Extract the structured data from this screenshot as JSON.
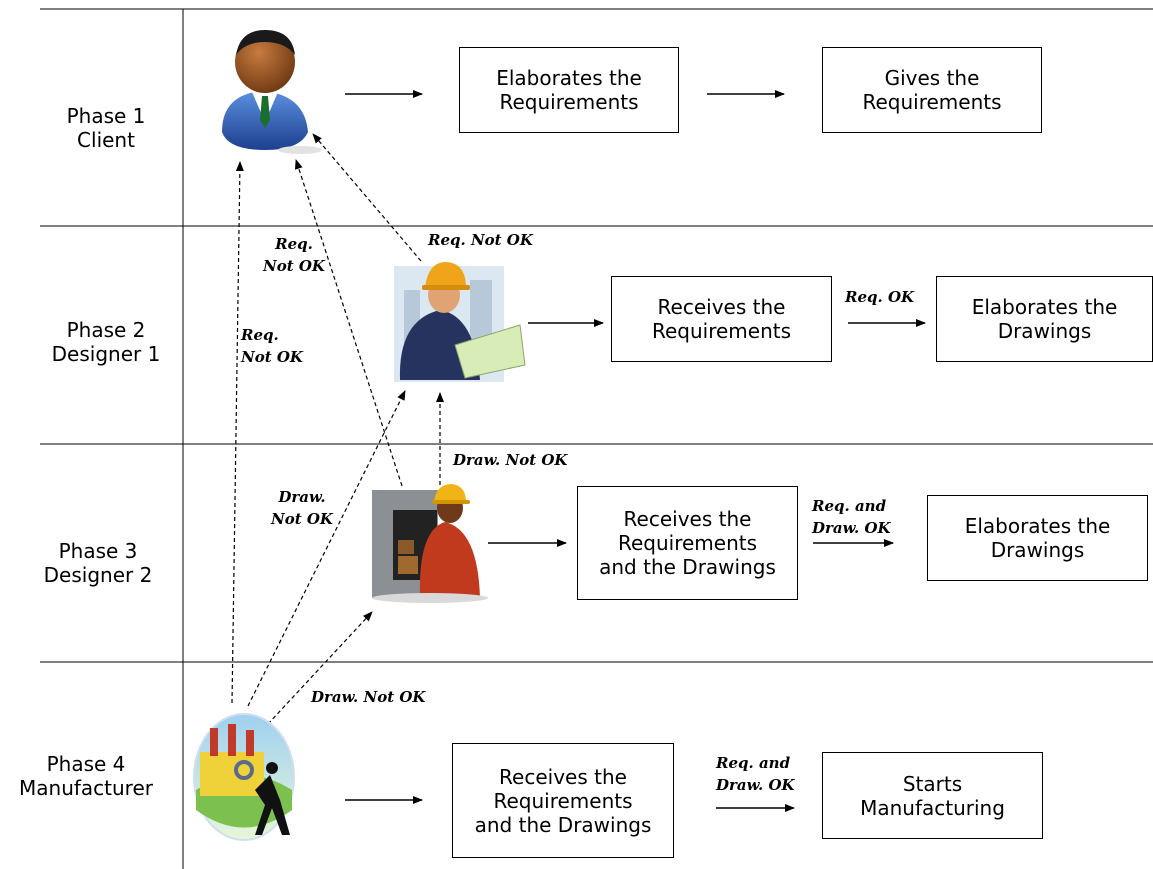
{
  "phases": [
    {
      "line1": "Phase 1",
      "line2": "Client"
    },
    {
      "line1": "Phase 2",
      "line2": "Designer 1"
    },
    {
      "line1": "Phase 3",
      "line2": "Designer 2"
    },
    {
      "line1": "Phase 4",
      "line2": "Manufacturer"
    }
  ],
  "boxes": {
    "p1_elaborates": "Elaborates the\nRequirements",
    "p1_gives": "Gives the\nRequirements",
    "p2_receives": "Receives the\nRequirements",
    "p2_elaborates": "Elaborates the\nDrawings",
    "p3_receives": "Receives the\nRequirements\nand the Drawings",
    "p3_elaborates": "Elaborates the\nDrawings",
    "p4_receives": "Receives the\nRequirements\nand the Drawings",
    "p4_starts": "Starts\nManufacturing"
  },
  "annotations": {
    "req_not_ok_a": "Req.\nNot OK",
    "req_not_ok_b": "Req.\nNot OK",
    "req_not_ok_c": "Req. Not OK",
    "req_ok": "Req. OK",
    "draw_not_ok_a": "Draw.\nNot OK",
    "draw_not_ok_b": "Draw. Not OK",
    "draw_not_ok_c": "Draw. Not OK",
    "req_draw_ok_a": "Req. and\nDraw. OK",
    "req_draw_ok_b": "Req. and\nDraw. OK"
  },
  "icons": [
    "client-icon",
    "designer1-icon",
    "designer2-icon",
    "manufacturer-icon"
  ],
  "colors": {
    "line": "#000000",
    "client_suit": "#2a5db8",
    "hardhat": "#f2a51a",
    "factory_red": "#c1392b"
  }
}
